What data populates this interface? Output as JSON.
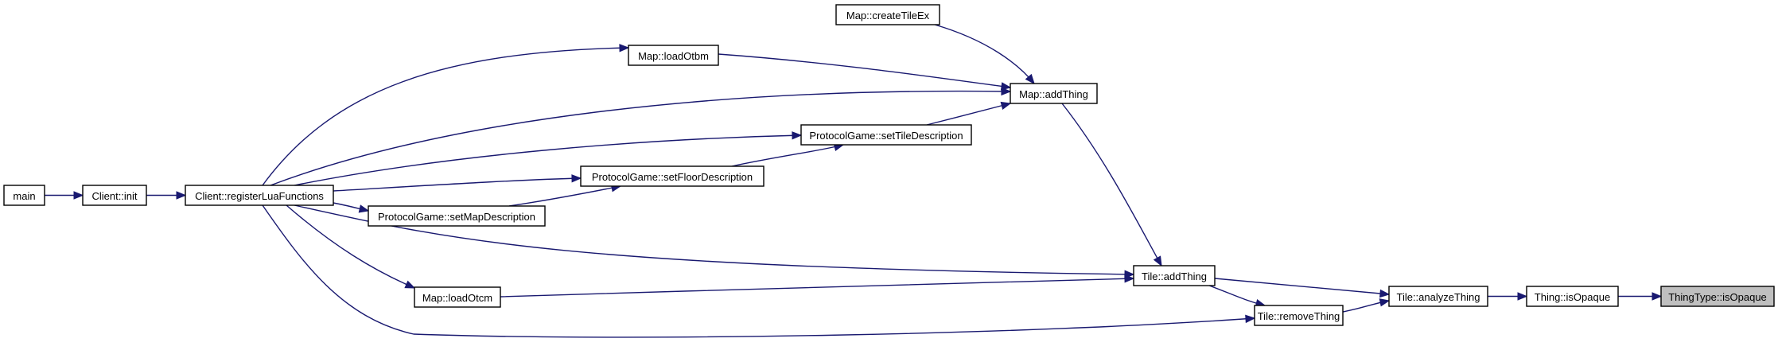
{
  "diagram": {
    "type": "call-graph",
    "colors": {
      "edge": "#191970",
      "node_border": "#000000",
      "node_fill": "#ffffff",
      "root_fill": "#bfbfbf"
    },
    "nodes": [
      {
        "id": "main",
        "label": "main"
      },
      {
        "id": "client_init",
        "label": "Client::init"
      },
      {
        "id": "register_lua",
        "label": "Client::registerLuaFunctions"
      },
      {
        "id": "create_tile_ex",
        "label": "Map::createTileEx"
      },
      {
        "id": "load_otbm",
        "label": "Map::loadOtbm"
      },
      {
        "id": "map_add_thing",
        "label": "Map::addThing"
      },
      {
        "id": "set_tile_desc",
        "label": "ProtocolGame::setTileDescription"
      },
      {
        "id": "set_floor_desc",
        "label": "ProtocolGame::setFloorDescription"
      },
      {
        "id": "set_map_desc",
        "label": "ProtocolGame::setMapDescription"
      },
      {
        "id": "tile_add_thing",
        "label": "Tile::addThing"
      },
      {
        "id": "load_otcm",
        "label": "Map::loadOtcm"
      },
      {
        "id": "tile_remove_thing",
        "label": "Tile::removeThing"
      },
      {
        "id": "tile_analyze_thing",
        "label": "Tile::analyzeThing"
      },
      {
        "id": "thing_is_opaque",
        "label": "Thing::isOpaque"
      },
      {
        "id": "thingtype_is_opaque",
        "label": "ThingType::isOpaque"
      }
    ],
    "edges": [
      {
        "from": "main",
        "to": "client_init"
      },
      {
        "from": "client_init",
        "to": "register_lua"
      },
      {
        "from": "register_lua",
        "to": "load_otbm"
      },
      {
        "from": "register_lua",
        "to": "map_add_thing"
      },
      {
        "from": "register_lua",
        "to": "set_tile_desc"
      },
      {
        "from": "register_lua",
        "to": "set_floor_desc"
      },
      {
        "from": "register_lua",
        "to": "set_map_desc"
      },
      {
        "from": "register_lua",
        "to": "tile_add_thing"
      },
      {
        "from": "register_lua",
        "to": "load_otcm"
      },
      {
        "from": "register_lua",
        "to": "tile_remove_thing"
      },
      {
        "from": "create_tile_ex",
        "to": "map_add_thing"
      },
      {
        "from": "load_otbm",
        "to": "map_add_thing"
      },
      {
        "from": "set_tile_desc",
        "to": "map_add_thing"
      },
      {
        "from": "set_floor_desc",
        "to": "set_tile_desc"
      },
      {
        "from": "set_map_desc",
        "to": "set_floor_desc"
      },
      {
        "from": "map_add_thing",
        "to": "tile_add_thing"
      },
      {
        "from": "load_otcm",
        "to": "tile_add_thing"
      },
      {
        "from": "tile_add_thing",
        "to": "tile_remove_thing"
      },
      {
        "from": "tile_add_thing",
        "to": "tile_analyze_thing"
      },
      {
        "from": "tile_remove_thing",
        "to": "tile_analyze_thing"
      },
      {
        "from": "tile_analyze_thing",
        "to": "thing_is_opaque"
      },
      {
        "from": "thing_is_opaque",
        "to": "thingtype_is_opaque"
      }
    ]
  }
}
